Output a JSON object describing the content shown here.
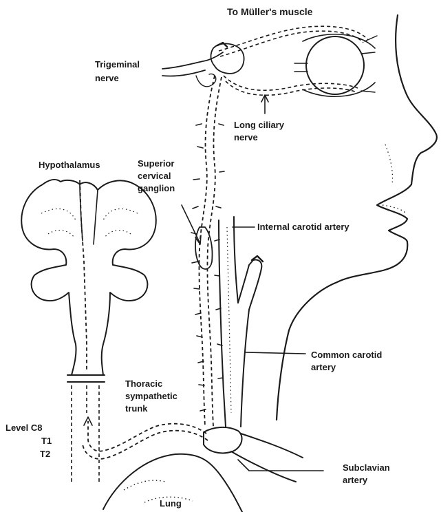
{
  "labels": {
    "mullers_muscle": "To Müller's muscle",
    "trigeminal_line1": "Trigeminal",
    "trigeminal_line2": "nerve",
    "long_ciliary_line1": "Long ciliary",
    "long_ciliary_line2": "nerve",
    "hypothalamus": "Hypothalamus",
    "superior_cervical_line1": "Superior",
    "superior_cervical_line2": "cervical",
    "superior_cervical_line3": "ganglion",
    "internal_carotid": "Internal carotid artery",
    "common_carotid_line1": "Common carotid",
    "common_carotid_line2": "artery",
    "thoracic_line1": "Thoracic",
    "thoracic_line2": "sympathetic",
    "thoracic_line3": "trunk",
    "level_c8": "Level C8",
    "level_t1": "T1",
    "level_t2": "T2",
    "subclavian_line1": "Subclavian",
    "subclavian_line2": "artery",
    "lung": "Lung"
  }
}
